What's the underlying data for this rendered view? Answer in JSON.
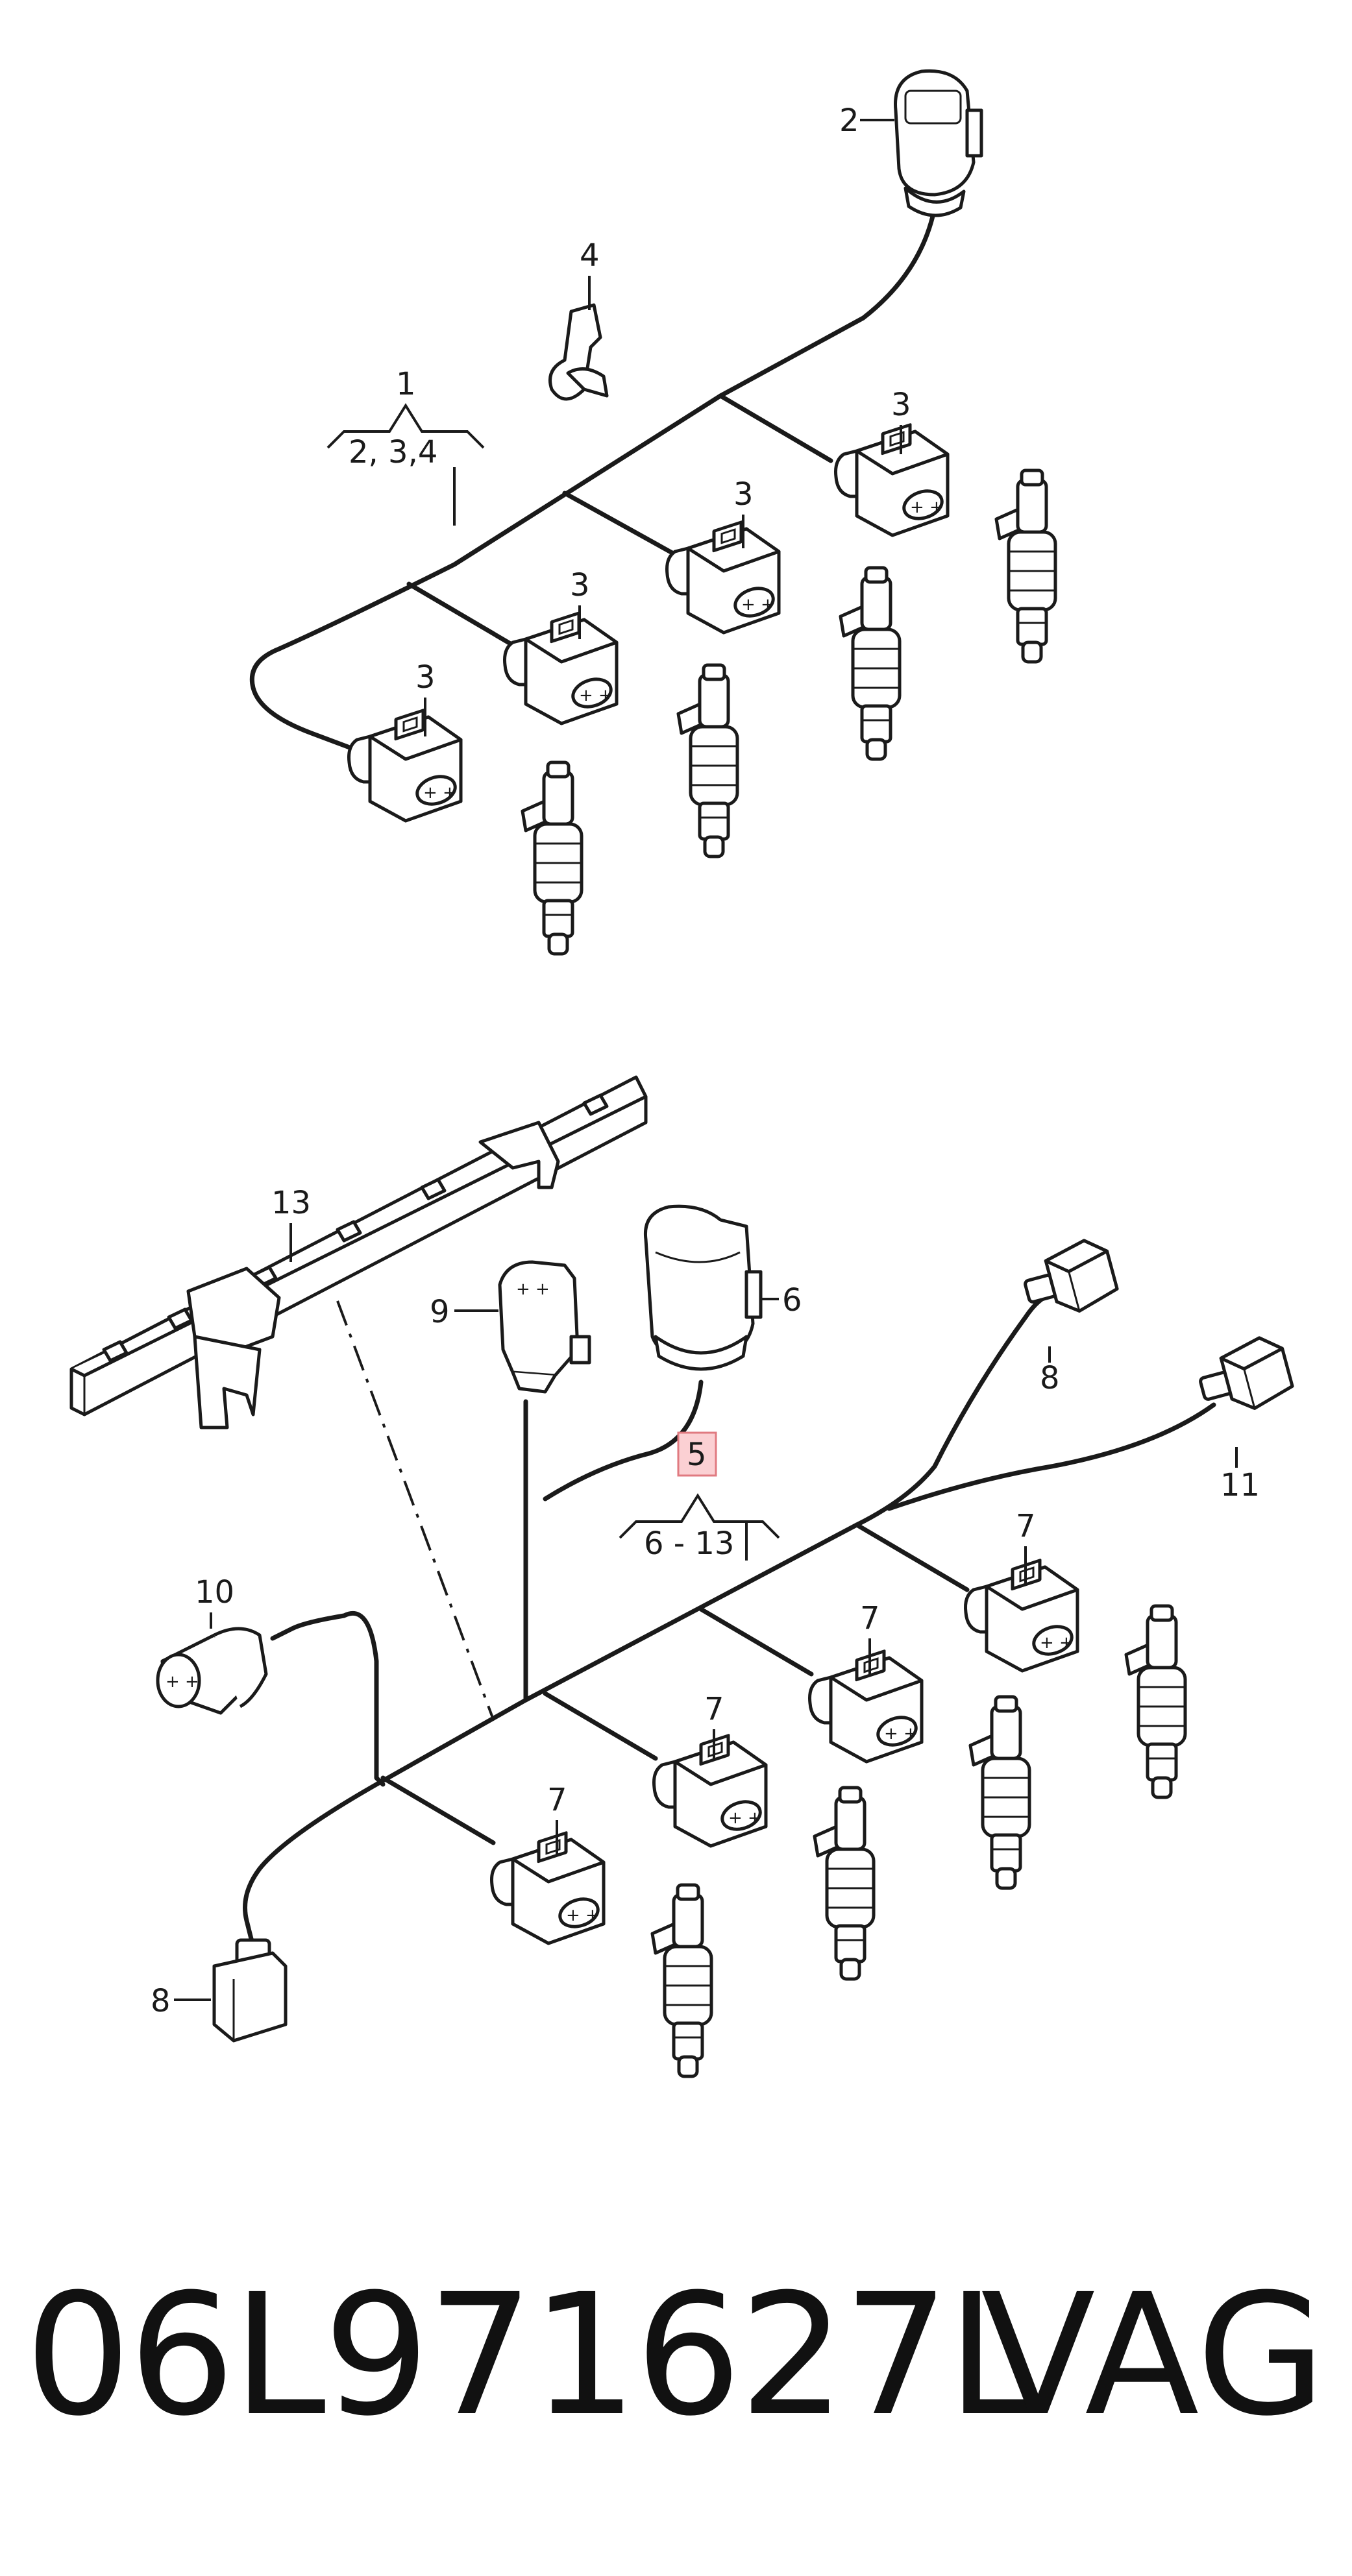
{
  "diagram": {
    "callouts": {
      "c1": "1",
      "c1_range": "2, 3,4",
      "c2": "2",
      "c3": "3",
      "c4": "4",
      "c5": "5",
      "c5_range": "6 - 13",
      "c6": "6",
      "c7": "7",
      "c8": "8",
      "c9": "9",
      "c10": "10",
      "c11": "11",
      "c13": "13"
    },
    "highlight_color": "#fbd0d3",
    "highlight_border": "#e07a80"
  },
  "footer": {
    "part_number": "06L971627L",
    "brand": "VAG"
  }
}
